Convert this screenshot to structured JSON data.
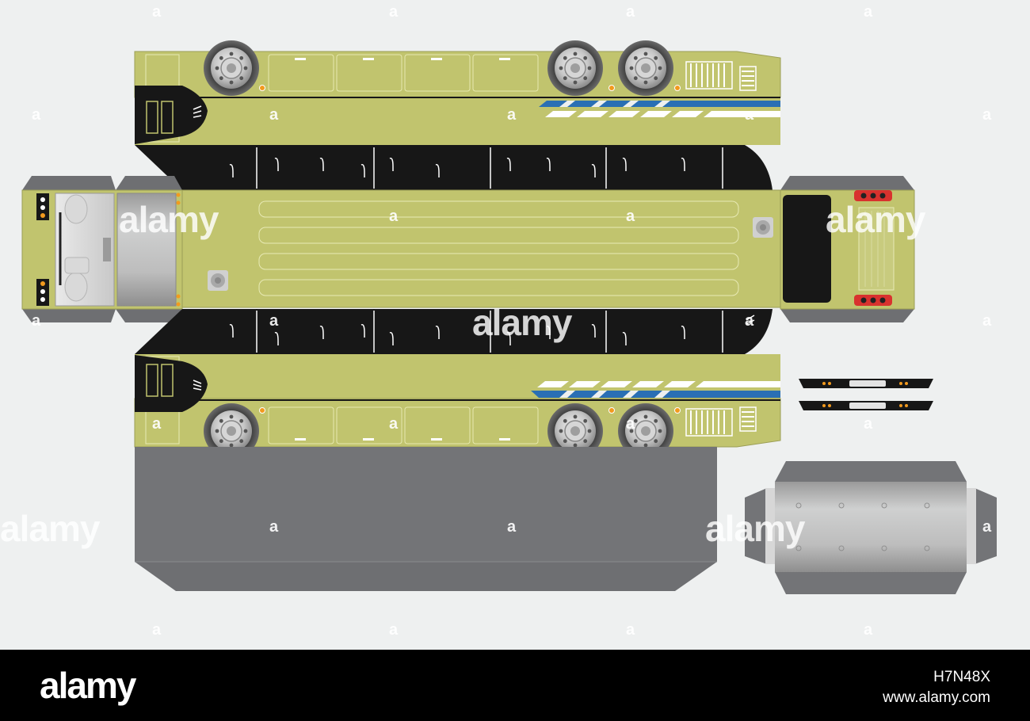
{
  "colors": {
    "background": "#eef0f0",
    "body_green": "#c1c46e",
    "window_black": "#171717",
    "chassis_gray": "#737477",
    "tab_gray": "#6e6f72",
    "stripe_blue": "#2a6fb4",
    "footer_black": "#000000"
  },
  "icons": {
    "wheel": "wheel-icon",
    "headlight": "headlight-icon",
    "tail_light": "tail-light-icon",
    "grille": "grille-icon",
    "door_handle": "door-handle-icon"
  },
  "watermark": {
    "word": "alamy",
    "letter": "a"
  },
  "footer": {
    "logo": "alamy",
    "image_id": "H7N48X",
    "site": "www.alamy.com"
  }
}
